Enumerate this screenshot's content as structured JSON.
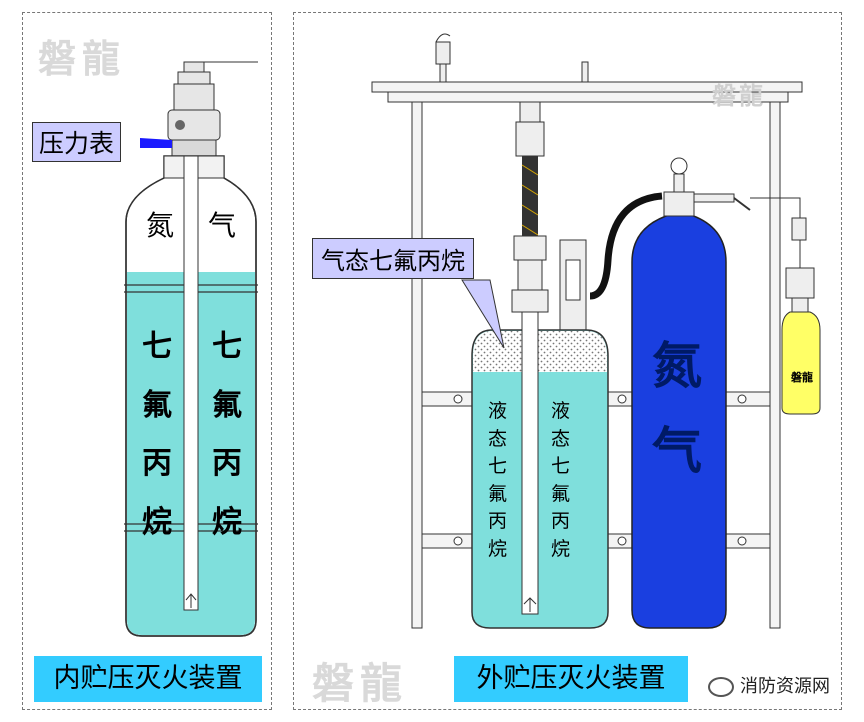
{
  "watermark": "磐龍",
  "left": {
    "label_gauge": "压力表",
    "label_nitrogen_l": "氮",
    "label_nitrogen_r": "气",
    "agent_col": "七\n氟\n丙\n烷",
    "caption": "内贮压灭火装置"
  },
  "right": {
    "label_gas": "气态七氟丙烷",
    "liquid_col": "液\n态\n七\n氟\n丙\n烷",
    "nitrogen_big": "氮\n气",
    "small_cyl_label": "磐龍",
    "caption": "外贮压灭火装置"
  },
  "credit": "消防资源网",
  "colors": {
    "liquid": "#7fdfdc",
    "nitrogen_cylinder": "#1a3fe0",
    "caption_bg": "#33ccff",
    "callout_bg": "#ccccff",
    "small_cylinder": "#ffff66"
  }
}
